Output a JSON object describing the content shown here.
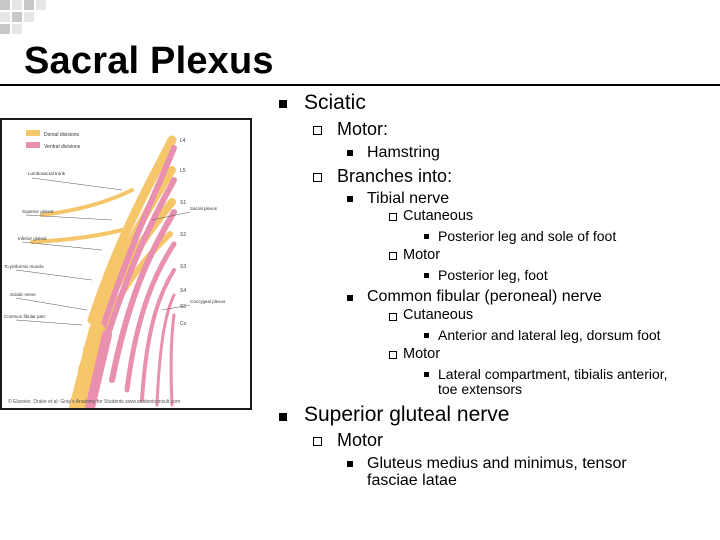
{
  "slide": {
    "title": "Sacral Plexus"
  },
  "figure": {
    "legend": [
      "Dorsal divisions",
      "Ventral divisions"
    ],
    "colors": {
      "dorsal": "#f6c66b",
      "ventral": "#e98fb0",
      "border": "#1a1a1a"
    },
    "credit": "© Elsevier. Drake et al: Gray's Anatomy for Students www.studentconsult.com"
  },
  "outline": {
    "sciatic": "Sciatic",
    "motor_a": "Motor:",
    "hamstring": "Hamstring",
    "branches": "Branches into:",
    "tibial": "Tibial nerve",
    "tib_cutaneous": "Cutaneous",
    "tib_cutaneous_detail": "Posterior leg and sole of foot",
    "tib_motor": "Motor",
    "tib_motor_detail": "Posterior leg, foot",
    "fibular": "Common fibular (peroneal) nerve",
    "fib_cutaneous": "Cutaneous",
    "fib_cutaneous_detail": "Anterior and lateral leg, dorsum foot",
    "fib_motor": "Motor",
    "fib_motor_detail_1": "Lateral compartment, tibialis anterior,",
    "fib_motor_detail_2": "toe extensors",
    "superior_gluteal": "Superior gluteal nerve",
    "motor_b": "Motor",
    "gluteus_1": "Gluteus medius and minimus, tensor",
    "gluteus_2": "fasciae latae"
  }
}
